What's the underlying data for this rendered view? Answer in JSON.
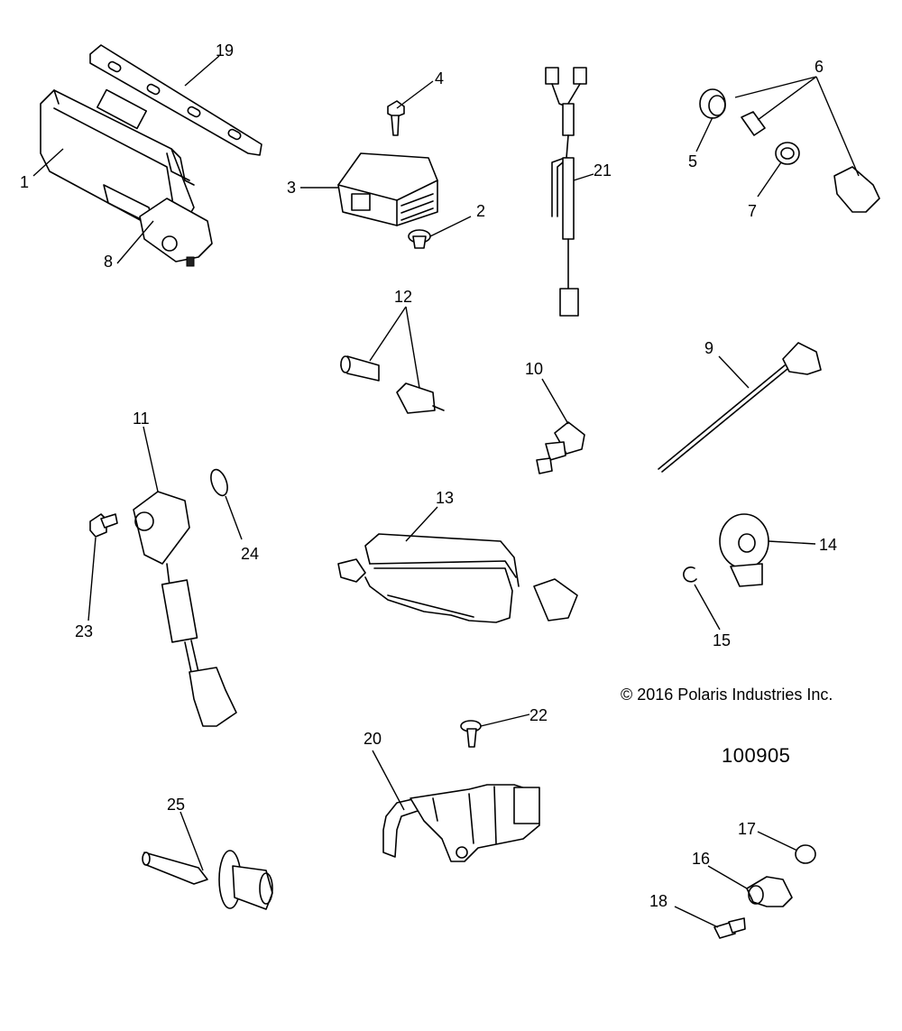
{
  "callouts": {
    "c1": "1",
    "c2": "2",
    "c3": "3",
    "c4": "4",
    "c5": "5",
    "c6": "6",
    "c7": "7",
    "c8": "8",
    "c9": "9",
    "c10": "10",
    "c11": "11",
    "c12": "12",
    "c13": "13",
    "c14": "14",
    "c15": "15",
    "c16": "16",
    "c17": "17",
    "c18": "18",
    "c19": "19",
    "c20": "20",
    "c21": "21",
    "c22": "22",
    "c23": "23",
    "c24": "24",
    "c25": "25"
  },
  "footer": {
    "copyright": "© 2016 Polaris Industries Inc.",
    "diagram_number": "100905"
  },
  "colors": {
    "line": "#000000",
    "background": "#ffffff"
  }
}
